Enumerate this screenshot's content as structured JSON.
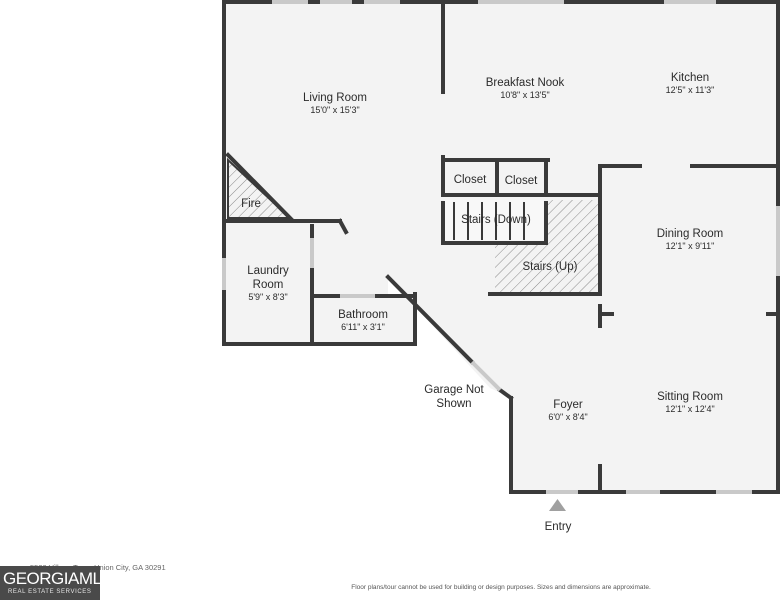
{
  "rooms": {
    "living_room": {
      "name": "Living Room",
      "dims": "15'0\" x 15'3\""
    },
    "breakfast_nook": {
      "name": "Breakfast Nook",
      "dims": "10'8\" x 13'5\""
    },
    "kitchen": {
      "name": "Kitchen",
      "dims": "12'5\" x 11'3\""
    },
    "closet_1": {
      "name": "Closet"
    },
    "closet_2": {
      "name": "Closet"
    },
    "stairs_down": {
      "name": "Stairs (Down)"
    },
    "stairs_up": {
      "name": "Stairs (Up)"
    },
    "dining_room": {
      "name": "Dining Room",
      "dims": "12'1\" x 9'11\""
    },
    "fire": {
      "name": "Fire"
    },
    "laundry_room": {
      "name_line1": "Laundry",
      "name_line2": "Room",
      "dims": "5'9\" x 8'3\""
    },
    "bathroom": {
      "name": "Bathroom",
      "dims": "6'11\" x 3'1\""
    },
    "garage_note": {
      "line1": "Garage Not",
      "line2": "Shown"
    },
    "foyer": {
      "name": "Foyer",
      "dims": "6'0\" x 8'4\""
    },
    "sitting_room": {
      "name": "Sitting Room",
      "dims": "12'1\" x 12'4\""
    }
  },
  "entry_label": "Entry",
  "address": "5520 Village Trace Union City, GA 30291",
  "disclaimer": "Floor plans/tour cannot be used for building or design purposes. Sizes and dimensions are approximate.",
  "logo": {
    "main": "GEORGIAMLS",
    "sub": "REAL ESTATE SERVICES"
  },
  "colors": {
    "wall": "#3a3a3a",
    "floor": "#f3f3f3",
    "hatch": "#7a7a7a"
  }
}
